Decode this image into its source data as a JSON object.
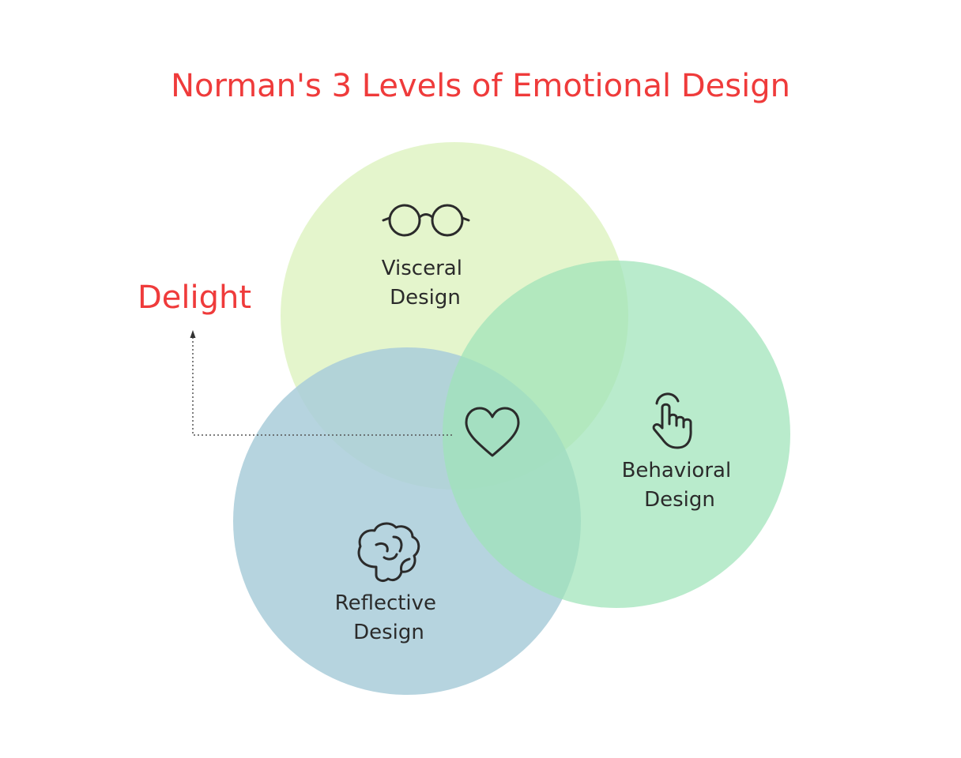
{
  "title": "Norman's 3 Levels of Emotional Design",
  "callout": {
    "label": "Delight",
    "icon": "heart-icon",
    "color": "#ef3b3b"
  },
  "levels": [
    {
      "id": "visceral",
      "line1": "Visceral",
      "line2": "Design",
      "icon": "glasses-icon",
      "color": "#dff3c3"
    },
    {
      "id": "behavioral",
      "line1": "Behavioral",
      "line2": "Design",
      "icon": "pointing-hand-icon",
      "color": "#9ee3b8"
    },
    {
      "id": "reflective",
      "line1": "Reflective",
      "line2": "Design",
      "icon": "brain-icon",
      "color": "#a9ccd9"
    }
  ]
}
